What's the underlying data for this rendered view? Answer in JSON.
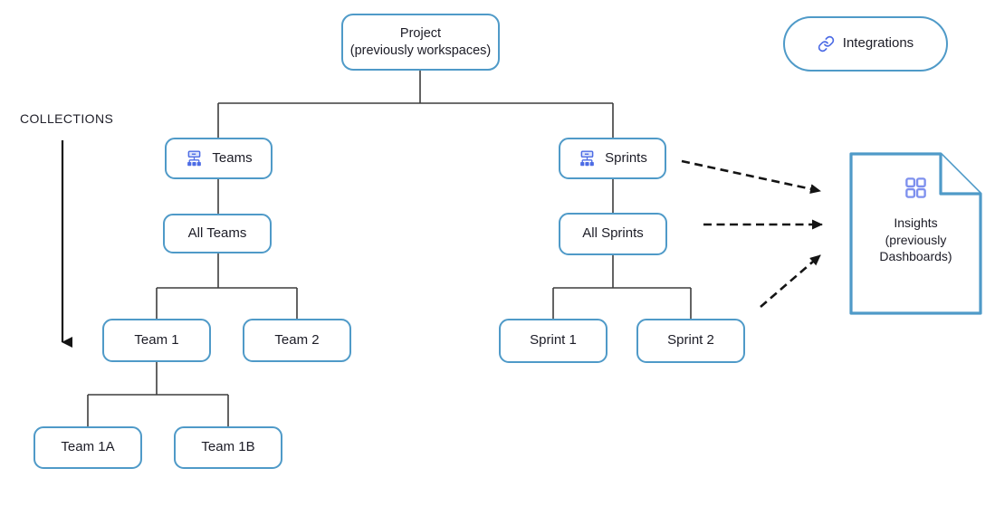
{
  "diagram": {
    "collections_label": "COLLECTIONS",
    "nodes": {
      "project": {
        "label": "Project",
        "sublabel": "(previously workspaces)"
      },
      "integrations": {
        "label": "Integrations",
        "icon": "link-icon"
      },
      "teams": {
        "label": "Teams",
        "icon": "org-chart-icon"
      },
      "sprints": {
        "label": "Sprints",
        "icon": "org-chart-icon"
      },
      "all_teams": {
        "label": "All Teams"
      },
      "all_sprints": {
        "label": "All Sprints"
      },
      "team1": {
        "label": "Team 1"
      },
      "team2": {
        "label": "Team 2"
      },
      "team1a": {
        "label": "Team 1A"
      },
      "team1b": {
        "label": "Team 1B"
      },
      "sprint1": {
        "label": "Sprint 1"
      },
      "sprint2": {
        "label": "Sprint 2"
      },
      "insights": {
        "line1": "Insights",
        "line2": "(previously",
        "line3": "Dashboards)",
        "icon": "grid-icon",
        "shape": "document-with-folded-corner"
      }
    },
    "edges": {
      "solid": [
        "project - teams",
        "project - sprints",
        "teams - all_teams",
        "all_teams - team1",
        "all_teams - team2",
        "team1 - team1a",
        "team1 - team1b",
        "sprints - all_sprints",
        "all_sprints - sprint1",
        "all_sprints - sprint2"
      ],
      "dashed_arrows_to_insights": 3,
      "collections_arrow": "vertical-down"
    },
    "colors": {
      "box_border": "#4f9ac8",
      "icon_blue": "#4d6ce5",
      "icon_blue_light": "#7e90ee",
      "connector_line": "#3d3d3d",
      "arrow_black": "#141414",
      "text": "#1c1c26",
      "background": "#ffffff"
    }
  }
}
